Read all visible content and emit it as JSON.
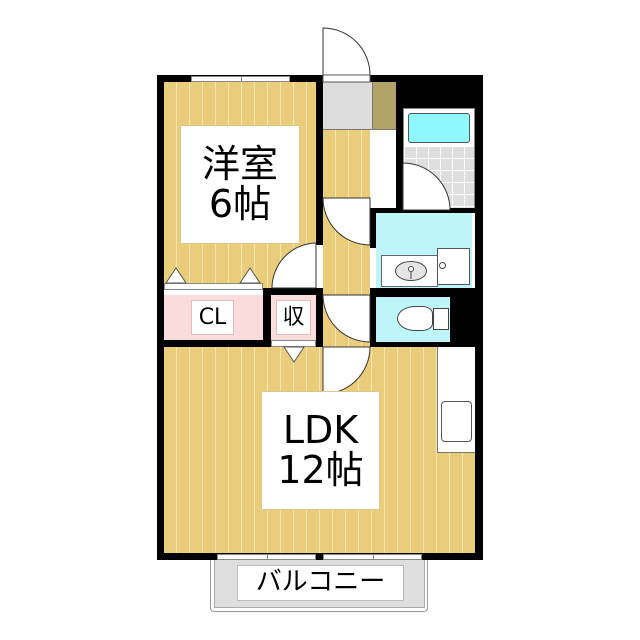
{
  "floorplan": {
    "rooms": {
      "bedroom": {
        "label_line1": "洋室",
        "label_line2": "6帖"
      },
      "ldk": {
        "label_line1": "LDK",
        "label_line2": "12帖"
      },
      "closet": {
        "label": "CL"
      },
      "storage": {
        "label": "収"
      },
      "balcony": {
        "label": "バルコニー"
      }
    },
    "colors": {
      "floor": "#e9cd7b",
      "wall": "#000000",
      "closet": "#fbdcdc",
      "wet_area": "#bdf5fb",
      "bathtub": "#8ff8ff",
      "entrance": "#dcdcdc",
      "shoe_box": "#b3a266",
      "balcony": "#dedede"
    }
  }
}
